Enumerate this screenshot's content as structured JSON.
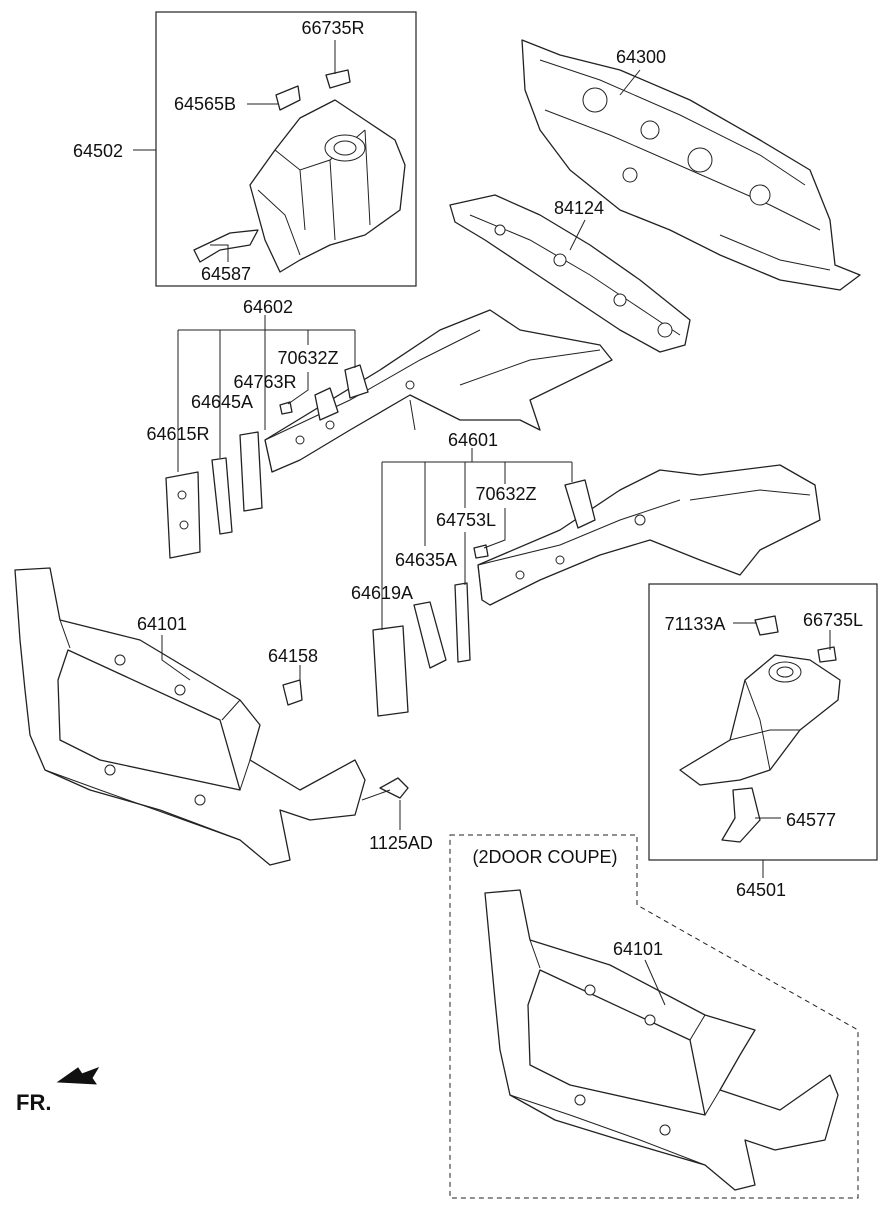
{
  "labels": {
    "p66735R": "66735R",
    "p64565B": "64565B",
    "p64502": "64502",
    "p64587": "64587",
    "p64300": "64300",
    "p84124": "84124",
    "p64602": "64602",
    "p70632Z_a": "70632Z",
    "p64763R": "64763R",
    "p64645A": "64645A",
    "p64615R": "64615R",
    "p64601": "64601",
    "p70632Z_b": "70632Z",
    "p64753L": "64753L",
    "p64635A": "64635A",
    "p64619A": "64619A",
    "p64101_a": "64101",
    "p64158": "64158",
    "p1125AD": "1125AD",
    "p71133A": "71133A",
    "p66735L": "66735L",
    "p64577": "64577",
    "p64501": "64501",
    "coupe_note": "(2DOOR COUPE)",
    "p64101_b": "64101",
    "fr": "FR."
  }
}
